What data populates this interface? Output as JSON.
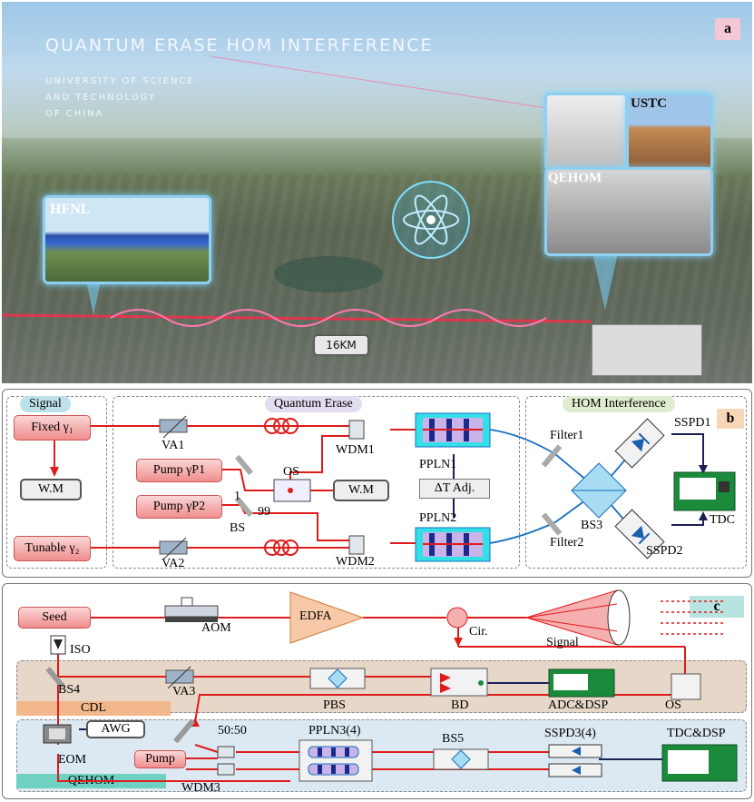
{
  "panel_a": {
    "corner_label": "a",
    "title": "QUANTUM ERASE HOM INTERFERENCE",
    "subtitle_lines": [
      "UNIVERSITY OF SCIENCE",
      "AND TECHNOLOGY",
      "OF CHINA"
    ],
    "site_left": "HFNL",
    "site_right_top": "USTC",
    "site_right_main": "QEHOM",
    "distance": "16KM"
  },
  "panel_b": {
    "corner_label": "b",
    "section_signal": "Signal",
    "section_qe": "Quantum Erase",
    "section_hom": "HOM Interference",
    "fixed": "Fixed γ₁",
    "tunable": "Tunable γ₂",
    "wm1": "W.M",
    "wm2": "W.M",
    "pump1": "Pump γP1",
    "pump2": "Pump γP2",
    "va1": "VA1",
    "va2": "VA2",
    "os": "OS",
    "bs": "BS",
    "bs_port1": "1",
    "bs_port99": "99",
    "wdm1": "WDM1",
    "wdm2": "WDM2",
    "ppln1": "PPLN1",
    "ppln2": "PPLN2",
    "dt_adj": "ΔT Adj.",
    "filter1": "Filter1",
    "filter2": "Filter2",
    "bs3": "BS3",
    "sspd1": "SSPD1",
    "sspd2": "SSPD2",
    "tdc": "TDC"
  },
  "panel_c": {
    "corner_label": "c",
    "seed": "Seed",
    "aom": "AOM",
    "edfa": "EDFA",
    "cir": "Cir.",
    "signal": "Signal",
    "iso": "ISO",
    "bs4": "BS4",
    "va3": "VA3",
    "pbs": "PBS",
    "bd": "BD",
    "adc": "ADC&DSP",
    "os": "OS",
    "cdl": "CDL",
    "awg": "AWG",
    "eom": "EOM",
    "fifty": "50:50",
    "ppln34": "PPLN3(4)",
    "bs5": "BS5",
    "sspd34": "SSPD3(4)",
    "tdc_dsp": "TDC&DSP",
    "pump": "Pump",
    "wdm3": "WDM3",
    "qehom": "QEHOM"
  },
  "colors": {
    "beam": "#e01b1b",
    "fiber": "#1a6fc0",
    "cdl_bg": "#e6d7c8",
    "qehom_bg": "#dce9f3",
    "pill_blue": "#bde1ea",
    "pill_purple": "#e2dcee",
    "pill_green": "#e0ecd0",
    "corner_bg": "#f7d7b8"
  }
}
